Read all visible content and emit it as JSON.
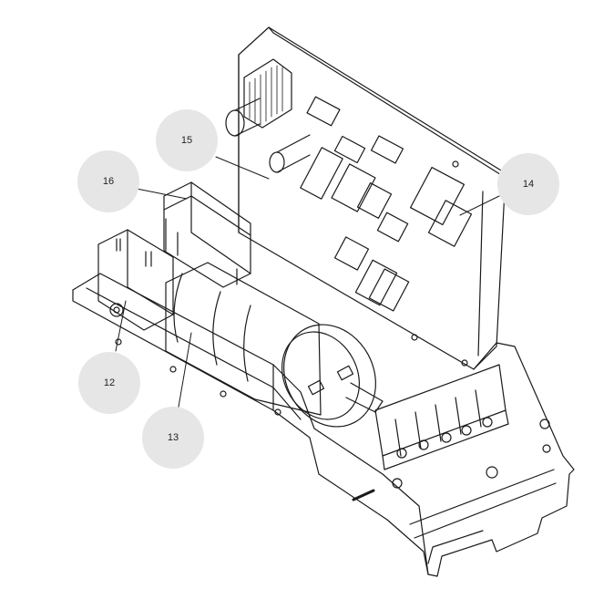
{
  "diagram": {
    "callouts": [
      {
        "id": "c12",
        "label": "12"
      },
      {
        "id": "c13",
        "label": "13"
      },
      {
        "id": "c14",
        "label": "14"
      },
      {
        "id": "c15",
        "label": "15"
      },
      {
        "id": "c16",
        "label": "16"
      }
    ],
    "colors": {
      "line": "#1a1a1a",
      "callout_fill": "#e6e6e6",
      "background": "#ffffff"
    }
  }
}
